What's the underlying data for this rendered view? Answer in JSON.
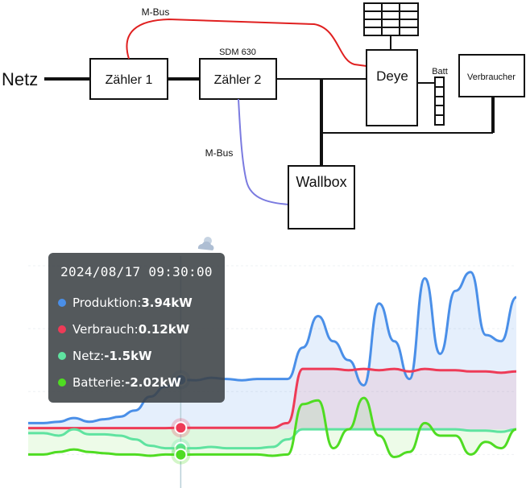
{
  "diagram": {
    "netz_label": "Netz",
    "meter1_label": "Zähler 1",
    "meter2_label": "Zähler 2",
    "meter2_model": "SDM 630",
    "mbus_top_label": "M-Bus",
    "mbus_left_label": "M-Bus",
    "inverter_label": "Deye",
    "battery_label": "Batt",
    "consumer_label": "Verbraucher",
    "wallbox_label": "Wallbox",
    "colors": {
      "mbus_top": "#e02020",
      "mbus_left": "#7b7be0",
      "wire": "#111111"
    }
  },
  "chart": {
    "weather_icon": "cloud-sun-icon",
    "tooltip": {
      "time": "2024/08/17 09:30:00",
      "rows": [
        {
          "label": "Produktion:",
          "value": "3.94kW",
          "color": "#4a8fe8"
        },
        {
          "label": "Verbrauch:",
          "value": "0.12kW",
          "color": "#ee3b57"
        },
        {
          "label": "Netz:",
          "value": "-1.5kW",
          "color": "#5fe3a0"
        },
        {
          "label": "Batterie:",
          "value": "-2.02kW",
          "color": "#4fdc22"
        }
      ]
    }
  },
  "chart_data": {
    "type": "area",
    "title": "",
    "xlabel": "",
    "ylabel": "",
    "x": [
      0,
      1,
      2,
      3,
      4,
      5,
      6,
      7,
      8,
      9,
      10,
      11,
      12,
      13,
      14,
      15,
      16,
      17,
      18,
      19,
      20,
      21,
      22,
      23,
      24,
      25,
      26,
      27,
      28,
      29,
      30,
      31,
      32
    ],
    "series": [
      {
        "color": "#4a8fe8",
        "values": [
          0.5,
          0.5,
          0.6,
          0.9,
          0.6,
          0.8,
          1.0,
          1.5,
          2.6,
          3.4,
          3.94,
          3.9,
          4.1,
          4.0,
          3.9,
          4.0,
          4.0,
          4.0,
          6.5,
          9.0,
          7.0,
          5.5,
          3.5,
          10.0,
          7.0,
          4.0,
          12.0,
          6.0,
          11.0,
          12.5,
          7.5,
          7.0,
          10.5
        ]
      },
      {
        "color": "#ee3b57",
        "values": [
          0.1,
          0.1,
          0.1,
          0.1,
          0.1,
          0.1,
          0.1,
          0.1,
          0.1,
          0.1,
          0.12,
          0.12,
          0.12,
          0.12,
          0.12,
          0.12,
          0.12,
          0.5,
          4.8,
          4.8,
          4.8,
          4.7,
          4.8,
          4.7,
          4.8,
          4.6,
          4.8,
          4.7,
          4.7,
          4.6,
          4.6,
          4.5,
          4.6
        ]
      },
      {
        "color": "#5fe3a0",
        "values": [
          -0.3,
          -0.3,
          -0.5,
          0.0,
          -0.4,
          -0.4,
          -0.5,
          -0.8,
          -1.3,
          -1.5,
          -1.5,
          -1.5,
          -1.4,
          -1.5,
          -1.5,
          -1.5,
          -1.4,
          -0.8,
          0.0,
          0.0,
          0.0,
          0.0,
          0.0,
          0.0,
          0.0,
          0.0,
          0.0,
          0.0,
          0.0,
          -0.1,
          -0.1,
          -0.2,
          0.0
        ]
      },
      {
        "color": "#4fdc22",
        "values": [
          -2.0,
          -2.0,
          -1.8,
          -1.6,
          -1.8,
          -1.9,
          -2.0,
          -2.0,
          -2.1,
          -2.0,
          -2.02,
          -2.0,
          -2.0,
          -2.0,
          -2.0,
          -2.0,
          -2.1,
          -2.0,
          2.0,
          2.3,
          -1.5,
          0.0,
          2.5,
          -0.5,
          -2.2,
          -1.8,
          0.5,
          -0.5,
          -0.5,
          -2.0,
          -1.0,
          -1.5,
          0.0
        ]
      }
    ],
    "highlight_index": 10,
    "ylim": [
      -3,
      13
    ],
    "grid": true
  }
}
